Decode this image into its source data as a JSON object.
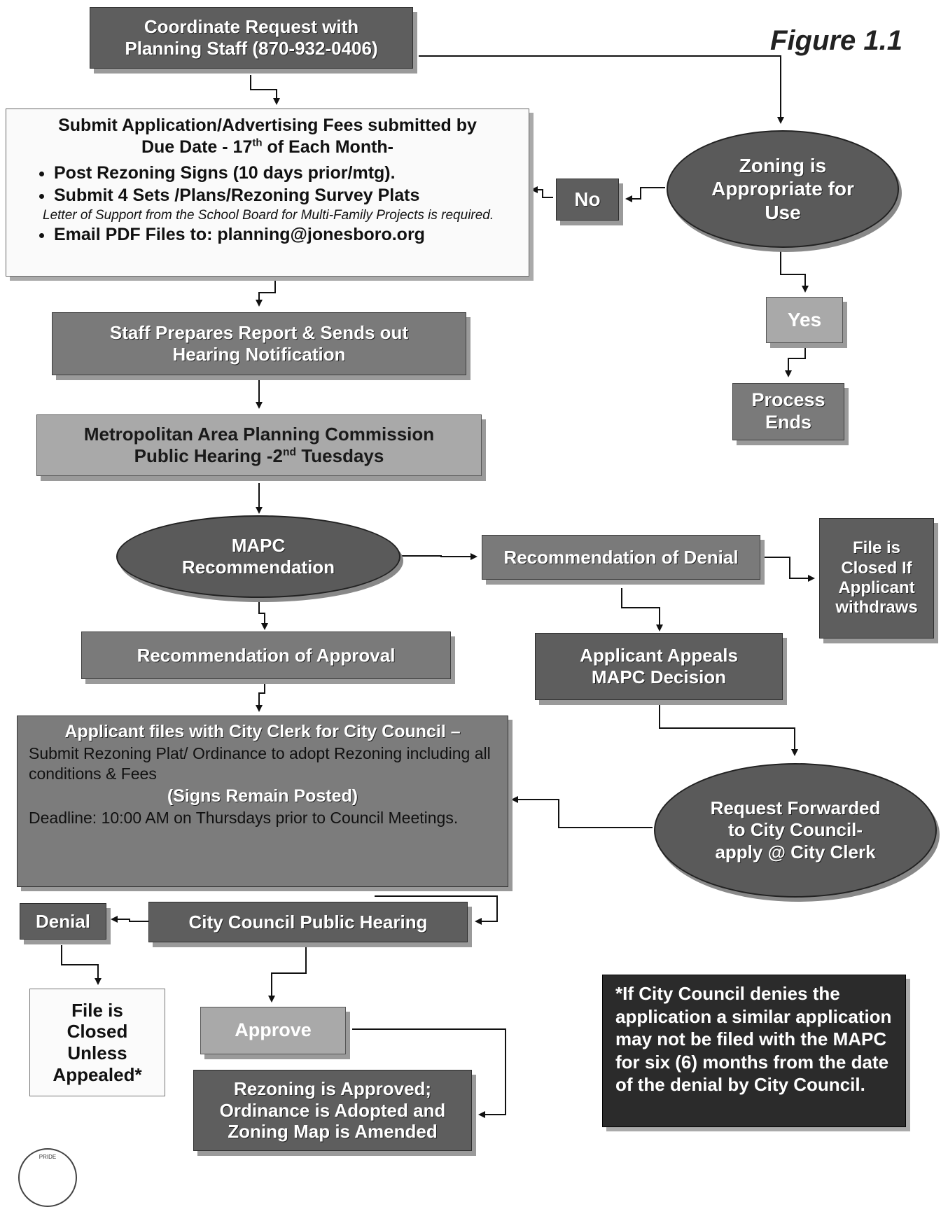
{
  "figure_label": "Figure 1.1",
  "nodes": {
    "coordinate": "Coordinate Request with Planning Staff (870-932-0406)",
    "submit": {
      "line1": "Submit  Application/Advertising Fees submitted by",
      "line2_pre": "Due Date - 17",
      "line2_sup": "th",
      "line2_post": " of Each Month-",
      "bullet1": "Post Rezoning Signs (10 days prior/mtg).",
      "bullet2": "Submit 4 Sets /Plans/Rezoning Survey Plats",
      "note": "Letter of Support from the School Board for Multi-Family Projects is required.",
      "bullet3": "Email  PDF Files to: planning@jonesboro.org"
    },
    "no": "No",
    "zoning": "Zoning is Appropriate for Use",
    "yes": "Yes",
    "process_ends": "Process Ends",
    "staff_prepares": "Staff Prepares Report & Sends out Hearing Notification",
    "mapc_hearing": {
      "line1": "Metropolitan Area Planning Commission",
      "line2_pre": "Public Hearing -2",
      "line2_sup": "nd",
      "line2_post": " Tuesdays"
    },
    "mapc_recommendation": "MAPC Recommendation",
    "rec_denial": "Recommendation of Denial",
    "file_closed_withdraws": "File is Closed If Applicant withdraws",
    "rec_approval": "Recommendation of Approval",
    "applicant_appeals": "Applicant Appeals MAPC Decision",
    "city_clerk": {
      "heading": "Applicant files with City Clerk for City Council –",
      "line1": "Submit Rezoning Plat/ Ordinance to adopt Rezoning including all conditions & Fees",
      "signs": "(Signs Remain Posted)",
      "deadline": "Deadline:  10:00 AM on Thursdays prior to Council Meetings."
    },
    "request_forwarded": "Request Forwarded to City Council- apply @ City Clerk",
    "denial": "Denial",
    "council_hearing": "City Council Public Hearing",
    "file_closed_unless": "File is Closed Unless Appealed*",
    "approve": "Approve",
    "rezoning_approved": "Rezoning is Approved; Ordinance is Adopted and Zoning Map is Amended",
    "footnote": "*If City Council denies the application a similar application may not be filed with the MAPC for six (6) months from the date of the denial by City Council.",
    "seal_text": "PRIDE"
  }
}
